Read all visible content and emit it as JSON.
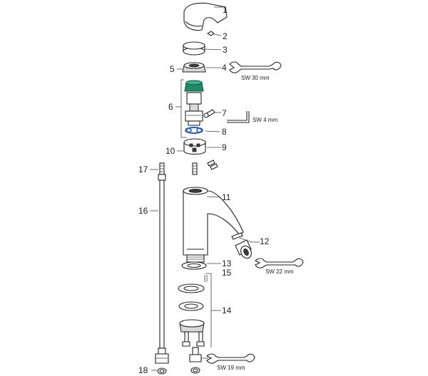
{
  "part_numbers": {
    "p1": "1",
    "p2": "2",
    "p3": "3",
    "p4": "4",
    "p5": "5",
    "p6": "6",
    "p7": "7",
    "p8": "8",
    "p9": "9",
    "p10": "10",
    "p11": "11",
    "p12": "12",
    "p13": "13",
    "p14": "14",
    "p15": "15",
    "p16": "16",
    "p17": "17",
    "p18": "18"
  },
  "wrench_sizes": {
    "sw30": "SW 30 mm",
    "sw4": "SW 4 mm",
    "sw22": "SW 22 mm",
    "sw19": "SW 19 mm"
  },
  "colors": {
    "cartridge_green": "#1f8a6a",
    "o_ring_blue": "#2a5ab8"
  }
}
